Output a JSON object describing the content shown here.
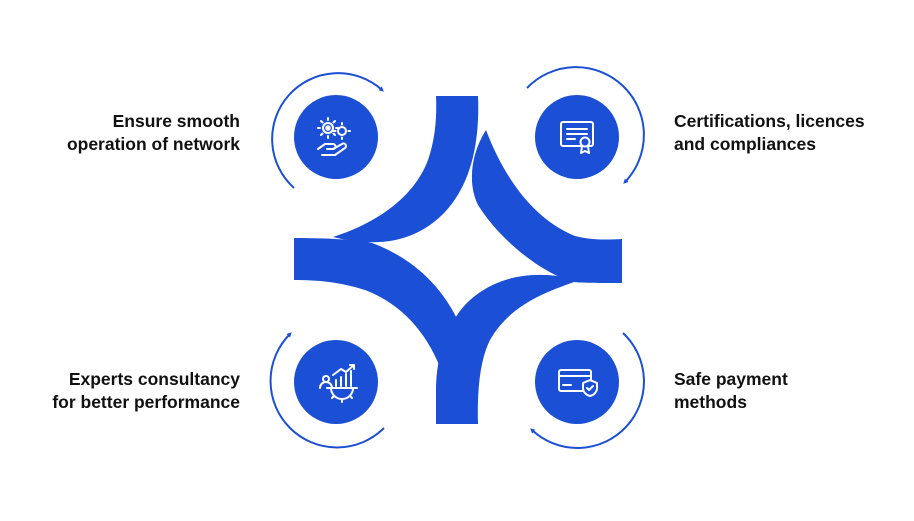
{
  "colors": {
    "primary": "#1B4FD6",
    "text": "#111111",
    "background": "#FFFFFF"
  },
  "items": [
    {
      "icon": "gears-hand-icon",
      "lines": [
        "Ensure smooth",
        "operation of network"
      ]
    },
    {
      "icon": "certificate-icon",
      "lines": [
        "Certifications, licences",
        "and compliances"
      ]
    },
    {
      "icon": "consultant-chart-icon",
      "lines": [
        "Experts consultancy",
        "for better performance"
      ]
    },
    {
      "icon": "secure-card-icon",
      "lines": [
        "Safe payment",
        "methods"
      ]
    }
  ]
}
